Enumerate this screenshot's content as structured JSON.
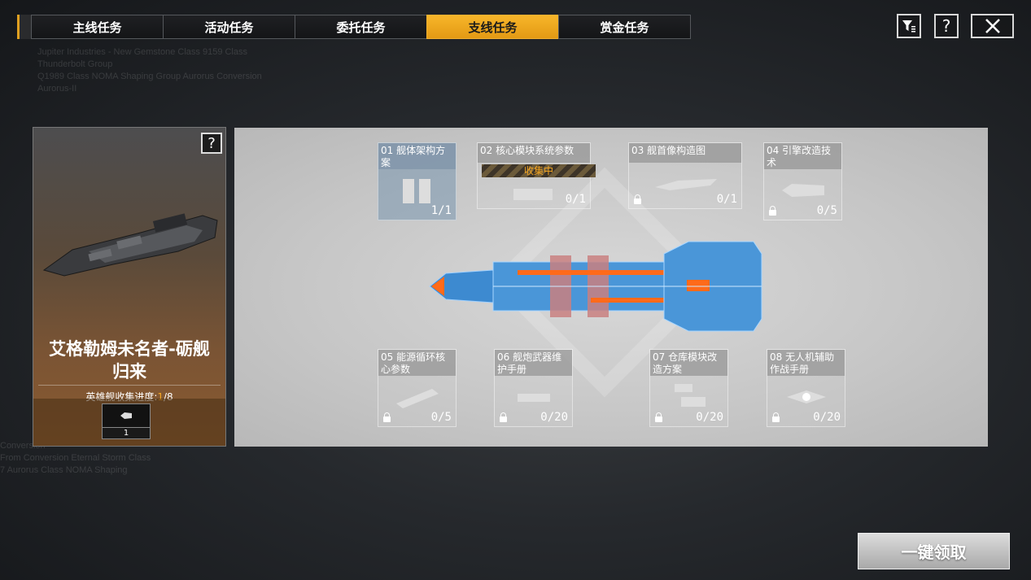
{
  "tabs": [
    {
      "label": "主线任务",
      "active": false
    },
    {
      "label": "活动任务",
      "active": false
    },
    {
      "label": "委托任务",
      "active": false
    },
    {
      "label": "支线任务",
      "active": true
    },
    {
      "label": "赏金任务",
      "active": false
    }
  ],
  "top_buttons": {
    "filter_icon": "filter-list-icon",
    "help_label": "?",
    "close_icon": "close-icon"
  },
  "background_text": {
    "line1": "Jupiter Industries - New Gemstone Class 9159 Class\nThunderbolt Group\nQ1989 Class NOMA Shaping Group Aurorus Conversion\nAurorus-II",
    "line2": "Conversion\nFrom Conversion Eternal Storm Class\n7 Aurorus Class NOMA Shaping"
  },
  "card": {
    "help_label": "?",
    "title_line1": "艾格勒姆未名者-砺舰",
    "title_line2": "归来",
    "progress_label": "英雄舰收集进度:",
    "progress_current": "1",
    "progress_total": "/8",
    "badge_count": "1"
  },
  "slots": [
    {
      "label": "01 舰体架构方案",
      "count": "1/1",
      "locked": false,
      "owned": true
    },
    {
      "label": "02 核心模块系统参数",
      "count": "0/1",
      "locked": false,
      "owned": false,
      "status": "收集中"
    },
    {
      "label": "03 舰首像构造图",
      "count": "0/1",
      "locked": true,
      "owned": false
    },
    {
      "label": "04 引擎改造技术",
      "count": "0/5",
      "locked": true,
      "owned": false
    },
    {
      "label": "05 能源循环核心参数",
      "count": "0/5",
      "locked": true,
      "owned": false
    },
    {
      "label": "06 舰炮武器维护手册",
      "count": "0/20",
      "locked": true,
      "owned": false
    },
    {
      "label": "07 仓库模块改造方案",
      "count": "0/20",
      "locked": true,
      "owned": false
    },
    {
      "label": "08 无人机辅助作战手册",
      "count": "0/20",
      "locked": true,
      "owned": false
    }
  ],
  "claim_button": {
    "label": "一键领取"
  },
  "colors": {
    "accent": "#f5a623",
    "tab_active": "#eea61c",
    "ship_blue": "#5aa8e0",
    "ship_orange": "#ff6a1a"
  }
}
